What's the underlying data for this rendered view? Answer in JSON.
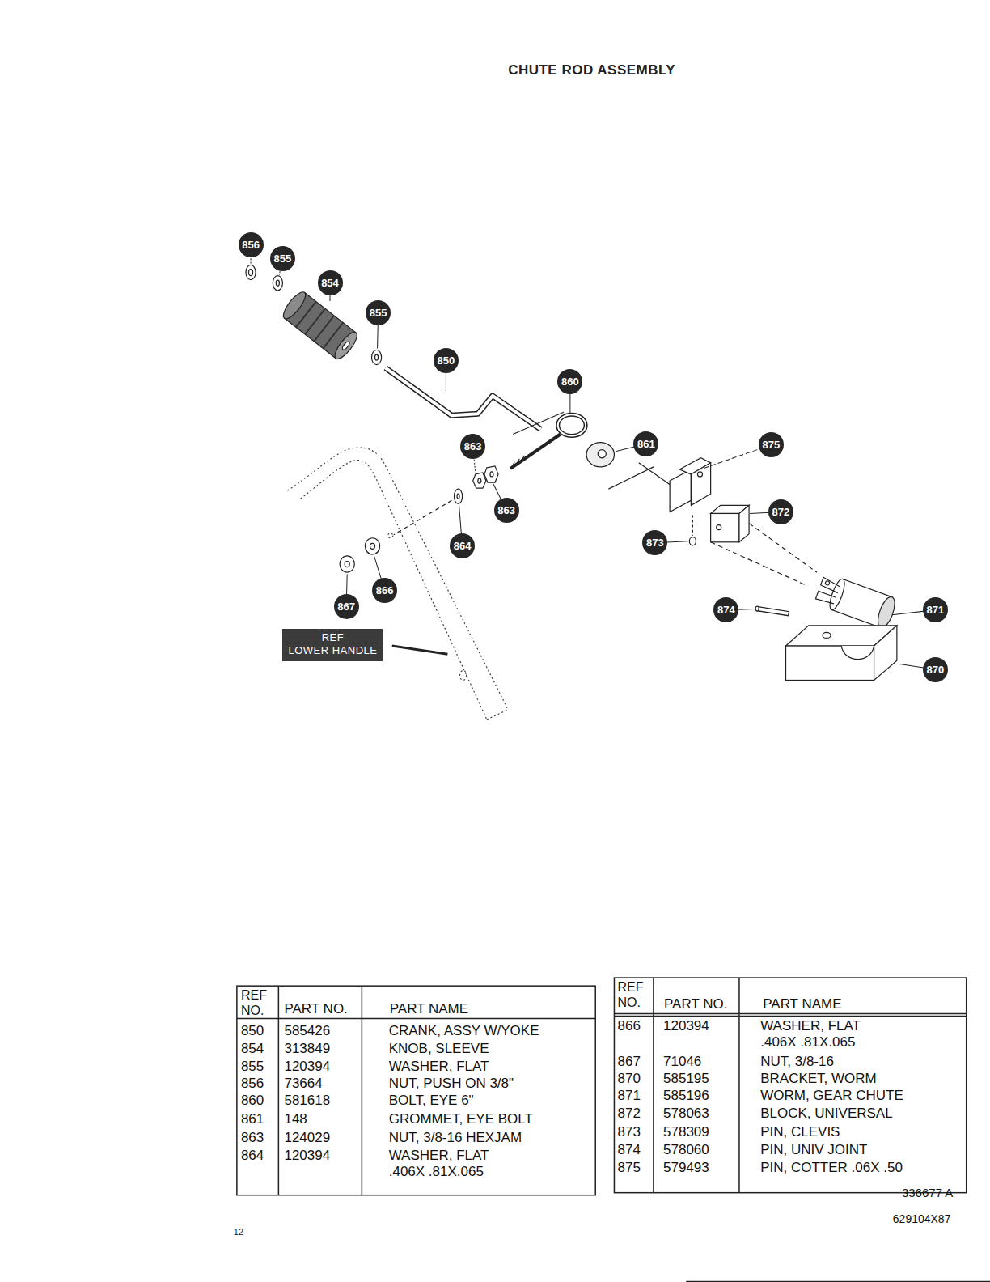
{
  "diagram": {
    "title": "CHUTE ROD ASSEMBLY",
    "nodes": [
      {
        "text": [
          "856"
        ]
      },
      {
        "text": [
          "855"
        ]
      },
      {
        "text": [
          "854"
        ]
      },
      {
        "text": [
          "855"
        ]
      },
      {
        "text": [
          "850"
        ]
      },
      {
        "text": [
          "860"
        ]
      },
      {
        "text": [
          "863"
        ]
      },
      {
        "text": [
          "861"
        ]
      },
      {
        "text": [
          "875"
        ]
      },
      {
        "text": [
          "863"
        ]
      },
      {
        "text": [
          "872"
        ]
      },
      {
        "text": [
          "873"
        ]
      },
      {
        "text": [
          "864"
        ]
      },
      {
        "text": [
          "866"
        ]
      },
      {
        "text": [
          "867"
        ]
      },
      {
        "text": [
          "874"
        ]
      },
      {
        "text": [
          "871"
        ]
      },
      {
        "text": [
          "REF",
          "LOWER HANDLE"
        ]
      },
      {
        "text": [
          "870"
        ]
      }
    ],
    "labels": [
      "REF NO.",
      "PART NO.",
      "PART NAME",
      "850",
      "585426",
      "CRANK, ASSY W/YOKE",
      "854",
      "313849",
      "KNOB, SLEEVE",
      "855",
      "120394",
      "WASHER, FLAT",
      "856",
      "73664",
      "NUT, PUSH ON 3/8\"",
      "860",
      "581618",
      "BOLT, EYE 6\"",
      "861",
      "148",
      "GROMMET, EYE BOLT",
      "863",
      "124029",
      "NUT, 3/8-16 HEXJAM",
      "864",
      "120394",
      "WASHER, FLAT .406X .81X.065",
      "REF NO.",
      "PART NO.",
      "PART NAME",
      "866",
      "120394",
      "WASHER, FLAT .406X .81X.065",
      "867",
      "71046",
      "NUT, 3/8-16",
      "870",
      "585195",
      "BRACKET, WORM",
      "871",
      "585196",
      "WORM, GEAR CHUTE",
      "872",
      "578063",
      "BLOCK, UNIVERSAL",
      "873",
      "578309",
      "PIN, CLEVIS",
      "874",
      "578060",
      "PIN, UNIV JOINT",
      "875",
      "579493",
      "PIN, COTTER .06X .50",
      "336677 A",
      "629104X87",
      "12"
    ]
  }
}
